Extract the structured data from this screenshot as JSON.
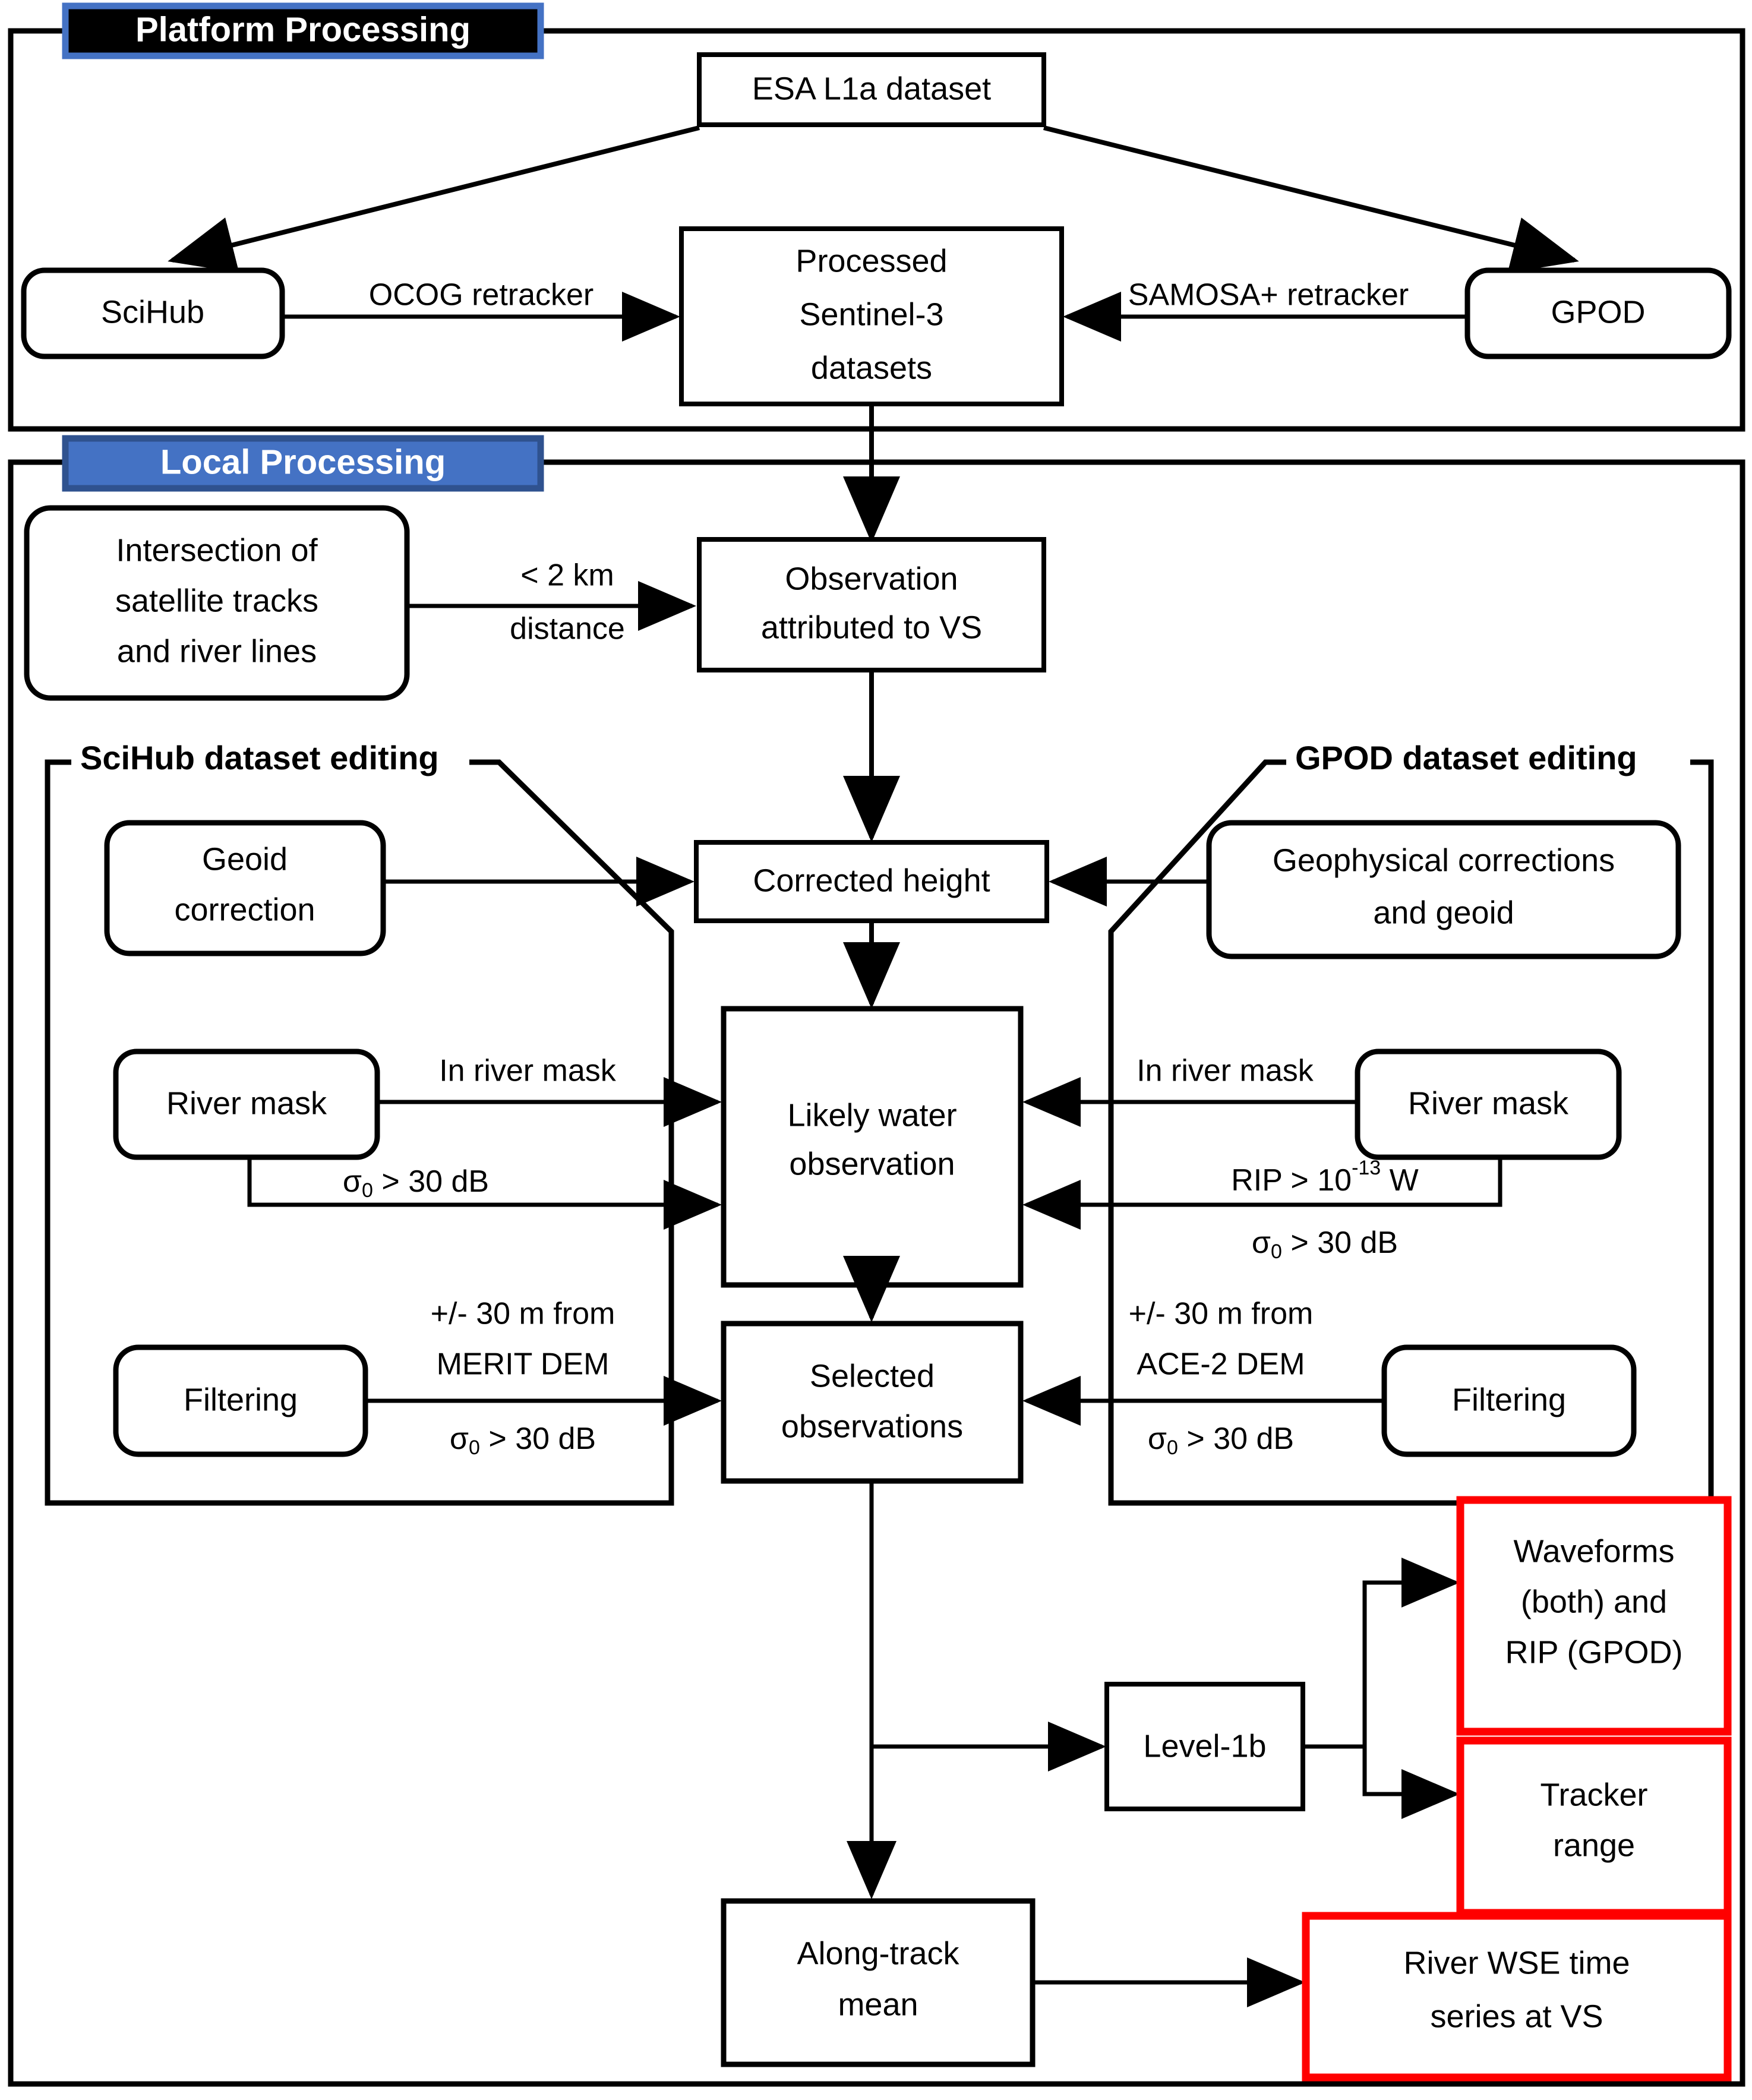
{
  "figure": {
    "type": "flowchart",
    "title": "Satellite altimetry river water surface elevation processing workflow"
  },
  "colors": {
    "platform_banner_fill": "#000000",
    "platform_banner_border": "#4472C4",
    "local_banner_fill": "#4472C4",
    "local_banner_border": "#2F528F",
    "banner_text": "#FFFFFF",
    "node_stroke": "#000000",
    "output_stroke": "#FF0000",
    "background": "#FFFFFF"
  },
  "sections": {
    "platform": {
      "label": "Platform Processing"
    },
    "local": {
      "label": "Local Processing"
    }
  },
  "groups": [
    {
      "id": "scihub-editing",
      "label": "SciHub dataset editing"
    },
    {
      "id": "gpod-editing",
      "label": "GPOD dataset editing"
    }
  ],
  "nodes": {
    "esa_l1a": "ESA L1a dataset",
    "scihub": "SciHub",
    "gpod": "GPOD",
    "processed_s3": "Processed Sentinel-3 datasets",
    "processed_s3_lines": [
      "Processed",
      "Sentinel-3",
      "datasets"
    ],
    "intersection": "Intersection of satellite tracks and river lines",
    "intersection_lines": [
      "Intersection of",
      "satellite tracks",
      "and river lines"
    ],
    "observation_vs": "Observation attributed to VS",
    "observation_vs_lines": [
      "Observation",
      "attributed to VS"
    ],
    "geoid_correction": "Geoid correction",
    "geoid_correction_lines": [
      "Geoid",
      "correction"
    ],
    "corrected_height": "Corrected height",
    "geophysical": "Geophysical corrections and geoid",
    "geophysical_lines": [
      "Geophysical corrections",
      "and geoid"
    ],
    "river_mask_left": "River mask",
    "likely_water": "Likely water observation",
    "likely_water_lines": [
      "Likely water",
      "observation"
    ],
    "river_mask_right": "River mask",
    "filtering_left": "Filtering",
    "selected_obs": "Selected observations",
    "selected_obs_lines": [
      "Selected",
      "observations"
    ],
    "filtering_right": "Filtering",
    "level_1b": "Level-1b",
    "along_track_mean": "Along-track mean",
    "along_track_mean_lines": [
      "Along-track",
      "mean"
    ],
    "waveforms": "Waveforms (both) and RIP (GPOD)",
    "waveforms_lines": [
      "Waveforms",
      "(both) and",
      "RIP (GPOD)"
    ],
    "tracker_range": "Tracker range",
    "tracker_range_lines": [
      "Tracker",
      "range"
    ],
    "river_wse": "River WSE time series at VS",
    "river_wse_lines": [
      "River WSE time",
      "series at VS"
    ]
  },
  "edge_labels": {
    "ocog": "OCOG retracker",
    "samosa": "SAMOSA+ retracker",
    "distance": "< 2 km distance",
    "distance_lines": [
      "< 2 km",
      "distance"
    ],
    "in_river_mask_left": "In river mask",
    "in_river_mask_right": "In river mask",
    "sigma_left_water": "σ0 > 30 dB",
    "rip_right": "RIP > 10-13 W",
    "sigma_right_water": "σ0 > 30 dB",
    "merit_line1": "+/- 30 m from",
    "merit_line2": "MERIT DEM",
    "merit_line3": "σ0 > 30 dB",
    "ace_line1": "+/- 30 m from",
    "ace_line2": "ACE-2 DEM",
    "ace_line3": "σ0 > 30 dB"
  },
  "symbols": {
    "sigma": "σ",
    "sigma_subscript": "0",
    "gt": ">",
    "db_value": "30 dB",
    "rip_prefix": "RIP > 10",
    "rip_exponent": "-13",
    "rip_unit": "W"
  }
}
